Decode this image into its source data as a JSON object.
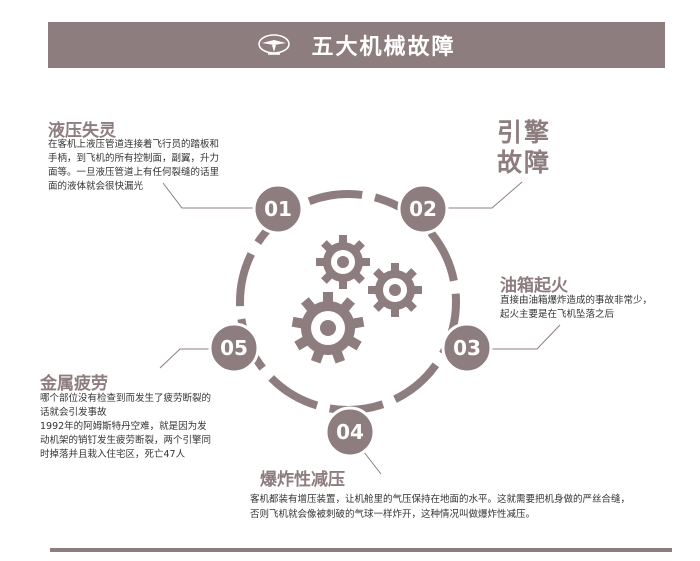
{
  "header": {
    "title": "五大机械故障",
    "icon": "airplane-icon"
  },
  "colors": {
    "accent": "#8e7d7f",
    "text": "#333333",
    "background": "#ffffff"
  },
  "nodes": [
    {
      "label": "01"
    },
    {
      "label": "02"
    },
    {
      "label": "03"
    },
    {
      "label": "04"
    },
    {
      "label": "05"
    }
  ],
  "hydraulic": {
    "title": "液压失灵",
    "lines": [
      "在客机上液压管道连接着飞行员的踏板和",
      "手柄，到飞机的所有控制面，副翼，升力",
      "面等。一旦液压管道上有任何裂缝的话里",
      "面的液体就会很快漏光"
    ]
  },
  "engine": {
    "title_line1": "引擎",
    "title_line2": "故障"
  },
  "fuel": {
    "title": "油箱起火",
    "lines": [
      "直接由油箱爆炸造成的事故非常少，",
      "起火主要是在飞机坠落之后"
    ]
  },
  "decompression": {
    "title": "爆炸性减压",
    "lines": [
      "客机都装有增压装置，让机舱里的气压保持在地面的水平。这就需要把机身做的严丝合缝，",
      "否则飞机就会像被刺破的气球一样炸开，这种情况叫做爆炸性减压。"
    ]
  },
  "fatigue": {
    "title": "金属疲劳",
    "lines": [
      "哪个部位没有检查到而发生了疲劳断裂的",
      "话就会引发事故",
      "1992年的阿姆斯特丹空难，就是因为发",
      "动机架的销钉发生疲劳断裂，两个引擎同",
      "时掉落并且栽入住宅区，死亡47人"
    ]
  }
}
